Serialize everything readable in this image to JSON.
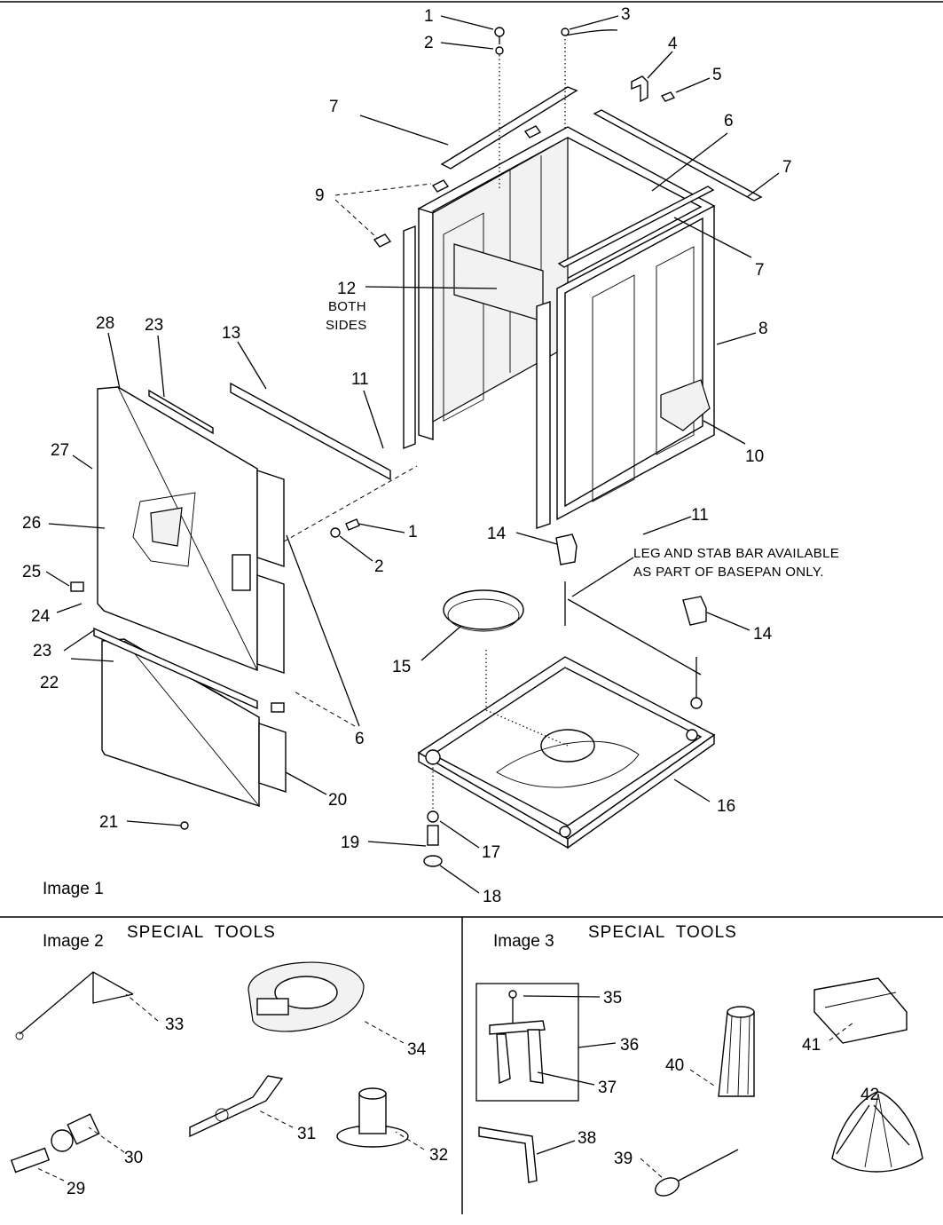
{
  "panels": {
    "image1": {
      "caption": "Image 1"
    },
    "image2": {
      "caption": "Image 2",
      "title": "SPECIAL  TOOLS"
    },
    "image3": {
      "caption": "Image 3",
      "title": "SPECIAL  TOOLS"
    }
  },
  "notes": {
    "both_sides_1": "BOTH",
    "both_sides_2": "SIDES",
    "basepan_1": "LEG AND STAB BAR AVAILABLE",
    "basepan_2": "AS PART OF BASEPAN ONLY."
  },
  "callouts": {
    "c1a": "1",
    "c2a": "2",
    "c3": "3",
    "c4": "4",
    "c5": "5",
    "c6a": "6",
    "c7a": "7",
    "c7b": "7",
    "c7c": "7",
    "c8": "8",
    "c9": "9",
    "c10": "10",
    "c11a": "11",
    "c11b": "11",
    "c12": "12",
    "c13": "13",
    "c14a": "14",
    "c14b": "14",
    "c15": "15",
    "c16": "16",
    "c17": "17",
    "c18": "18",
    "c19": "19",
    "c20": "20",
    "c21": "21",
    "c22": "22",
    "c23a": "23",
    "c23b": "23",
    "c24": "24",
    "c25": "25",
    "c26": "26",
    "c27": "27",
    "c28": "28",
    "c1b": "1",
    "c2b": "2",
    "c6b": "6",
    "c29": "29",
    "c30": "30",
    "c31": "31",
    "c32": "32",
    "c33": "33",
    "c34": "34",
    "c35": "35",
    "c36": "36",
    "c37": "37",
    "c38": "38",
    "c39": "39",
    "c40": "40",
    "c41": "41",
    "c42": "42"
  }
}
